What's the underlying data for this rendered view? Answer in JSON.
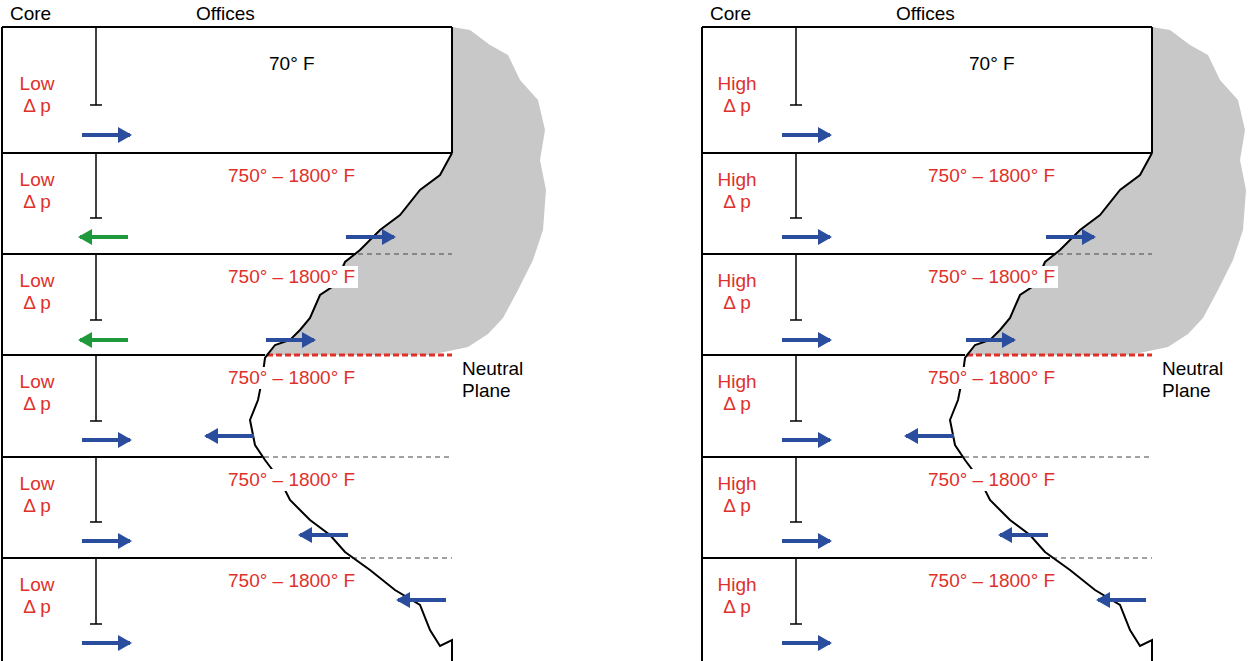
{
  "diagram": {
    "nodes": [
      {
        "text": [
          "Low Δ p",
          "70° F"
        ]
      },
      {
        "text": [
          "Low Δ p",
          "750° – 1800° F"
        ]
      },
      {
        "text": [
          "Low Δ p",
          "750° – 1800° F"
        ]
      },
      {
        "text": [
          "Low Δ p",
          "750° – 1800° F"
        ]
      },
      {
        "text": [
          "Low Δ p",
          "750° – 1800° F"
        ]
      },
      {
        "text": [
          "Low Δ p",
          "750° – 1800° F"
        ]
      },
      {
        "text": [
          "High Δ p",
          "70° F"
        ]
      },
      {
        "text": [
          "High Δ p",
          "750° – 1800° F"
        ]
      },
      {
        "text": [
          "High Δ p",
          "750° – 1800° F"
        ]
      },
      {
        "text": [
          "High Δ p",
          "750° – 1800° F"
        ]
      },
      {
        "text": [
          "High Δ p",
          "750° – 1800° F"
        ]
      },
      {
        "text": [
          "High Δ p",
          "750° – 1800° F"
        ]
      }
    ],
    "labels": [
      "Core",
      "Offices",
      "Neutral Plane",
      "Core",
      "Offices",
      "Neutral Plane"
    ]
  }
}
